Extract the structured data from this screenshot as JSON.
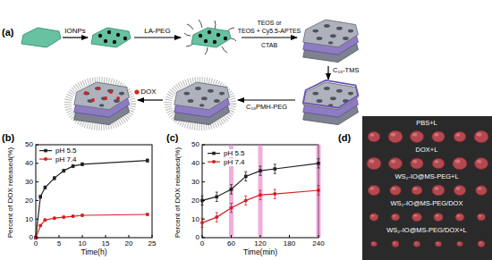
{
  "diagram": {
    "labels": [
      "(a)",
      "IONPs",
      "LA-PEG",
      "TEOS or",
      "TEOS + Cy5.5-APTES",
      "CTAB",
      "C₁₈-TMS",
      "DOX",
      "C₁₈PMH-PEG",
      "(b)",
      "Percent of DOX released(%)",
      "50",
      "40",
      "30",
      "20",
      "10",
      "0",
      "0",
      "5",
      "10",
      "15",
      "20",
      "25",
      "Time(h)",
      "(c)",
      "Percent of DOX released(%)",
      "50",
      "40",
      "30",
      "20",
      "10",
      "0",
      "0",
      "60",
      "120",
      "180",
      "240",
      "Time(min)",
      "(d)",
      "PBS+L",
      "DOX+L",
      "WS₂-IO@MS-PEG+L",
      "WS₂-IO@MS-PEG/DOX",
      "WS₂-IO@MS-PEG/DOX+L"
    ],
    "legend": [
      {
        "text": "pH 5.5"
      },
      {
        "text": "pH 7.4"
      },
      {
        "text": "pH 5.5"
      },
      {
        "text": "pH 7.4"
      }
    ]
  }
}
